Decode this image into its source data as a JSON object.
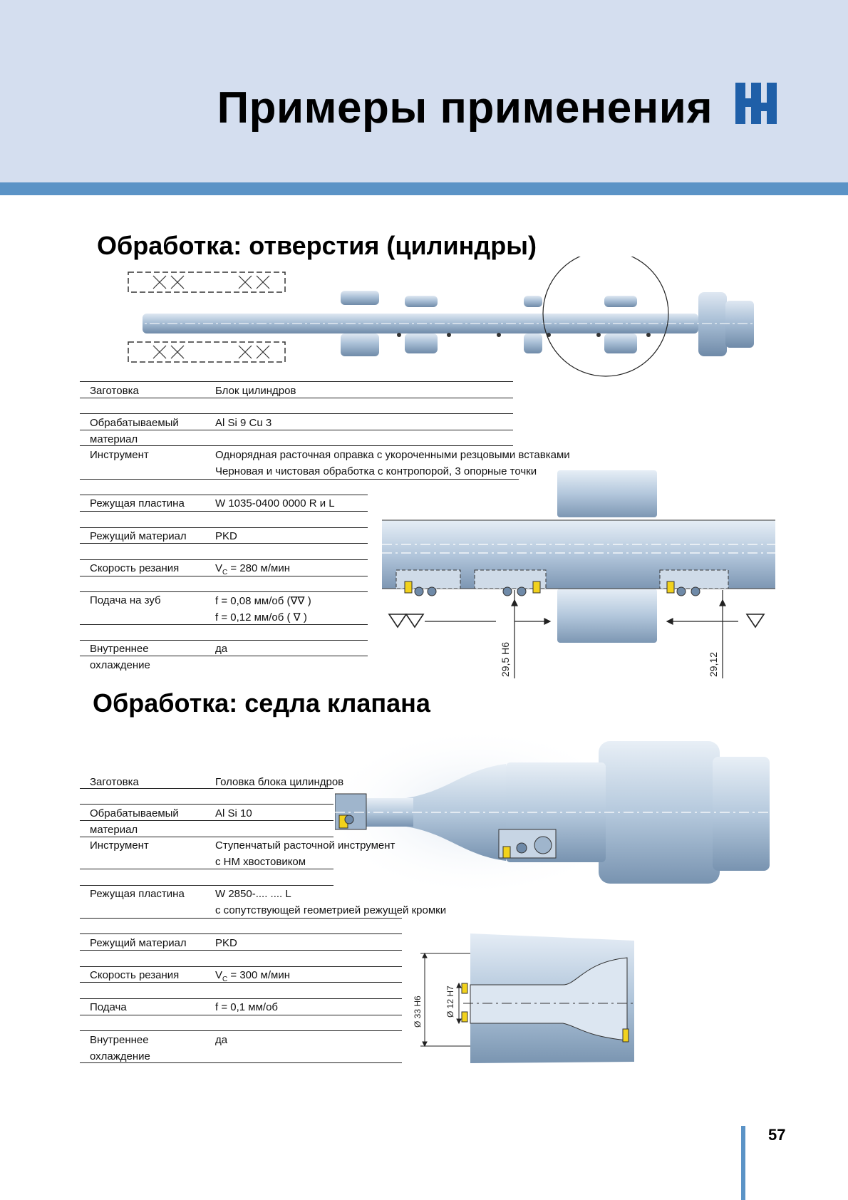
{
  "header": {
    "title": "Примеры применения"
  },
  "section1": {
    "title": "Обработка: отверстия (цилиндры)",
    "rows": [
      {
        "label": "Заготовка",
        "value": "Блок цилиндров"
      },
      {
        "label": "Обрабатываемый",
        "label2": "материал",
        "value": "Al Si 9 Cu 3"
      },
      {
        "label": "Инструмент",
        "value": "Однорядная расточная оправка с укороченными резцовыми вставками",
        "value2": "Черновая и чистовая обработка с контропорой, 3 опорные точки"
      },
      {
        "label": "Режущая пластина",
        "value": "W 1035-0400 0000 R и L"
      },
      {
        "label": "Режущий материал",
        "value": "PKD"
      },
      {
        "label": "Скорость резания",
        "value_prefix": "V",
        "value_sub": "C",
        "value": " = 280 м/мин"
      },
      {
        "label": "Подача на зуб",
        "value": "f = 0,08 мм/об (∇∇ )",
        "value2": "f = 0,12 мм/об ( ∇ )"
      },
      {
        "label": "Внутреннее",
        "label2": "охлаждение",
        "value": "да"
      }
    ],
    "dims": {
      "d1": "29,5 H6",
      "d2": "29,12"
    }
  },
  "section2": {
    "title": "Обработка: седла клапана",
    "rows": [
      {
        "label": "Заготовка",
        "value": "Головка блока цилиндров"
      },
      {
        "label": "Обрабатываемый",
        "label2": "материал",
        "value": "Al Si 10"
      },
      {
        "label": "Инструмент",
        "value": "Ступенчатый расточной инструмент",
        "value2": "с HM хвостовиком"
      },
      {
        "label": "Режущая пластина",
        "value": "W 2850-.... .... L",
        "value2": "с сопутствующей геометрией режущей кромки"
      },
      {
        "label": "Режущий материал",
        "value": "PKD"
      },
      {
        "label": "Скорость резания",
        "value_prefix": "V",
        "value_sub": "C",
        "value": " = 300 м/мин"
      },
      {
        "label": "Подача",
        "value": "f = 0,1 мм/об"
      },
      {
        "label": "Внутреннее",
        "label2": "охлаждение",
        "value": "да"
      }
    ],
    "dims": {
      "d1": "Ø 12 H7",
      "d2": "Ø 33 H6"
    }
  },
  "footer": {
    "page_number": "57"
  },
  "colors": {
    "header_bg": "#d4deef",
    "accent_blue": "#5b93c6",
    "logo_blue": "#1f5fa8",
    "steel": "#a9bfd6",
    "insert_yellow": "#f2d21c"
  }
}
